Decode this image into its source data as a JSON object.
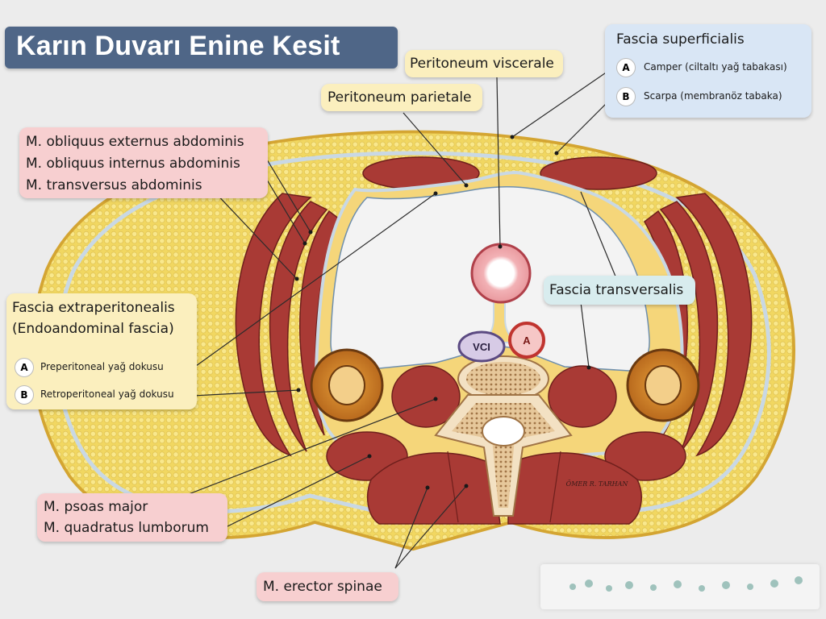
{
  "title": "Karın Duvarı Enine Kesit",
  "labels": {
    "peritoneum_viscerale": "Peritoneum viscerale",
    "peritoneum_parietale": "Peritoneum parietale",
    "fascia_superficialis": {
      "title": "Fascia superficialis",
      "items": [
        {
          "letter": "A",
          "text": "Camper (ciltaltı yağ tabakası)"
        },
        {
          "letter": "B",
          "text": "Scarpa (membranöz tabaka)"
        }
      ]
    },
    "abdominal_muscles": [
      "M. obliquus externus abdominis",
      "M. obliquus internus abdominis",
      "M. transversus abdominis"
    ],
    "fascia_extraperitonealis": {
      "title_line1": "Fascia extraperitonealis",
      "title_line2": "(Endoandominal fascia)",
      "items": [
        {
          "letter": "A",
          "text": "Preperitoneal yağ dokusu"
        },
        {
          "letter": "B",
          "text": "Retroperitoneal yağ dokusu"
        }
      ]
    },
    "fascia_transversalis": "Fascia transversalis",
    "posterior_muscles": [
      "M. psoas major",
      "M. quadratus lumborum"
    ],
    "erector_spinae": "M. erector spinae",
    "vci": "VCI",
    "aorta": "A",
    "signature": "ÖMER R. TARHAN"
  },
  "colors": {
    "skin_outline": "#d4a532",
    "subcutaneous_fat": "#f1d761",
    "extraperitoneal_fat": "#f5d67a",
    "fascia": "#c9d8e4",
    "muscle": "#a93a35",
    "muscle_border": "#6e1f1c",
    "vertebra": "#edd9b8",
    "cavity": "#f3f3f3",
    "title_bg": "#4f6687"
  }
}
